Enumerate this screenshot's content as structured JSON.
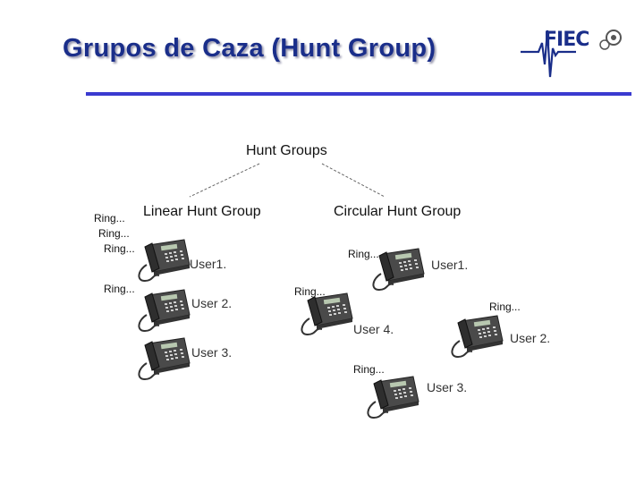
{
  "slide": {
    "title": "Grupos de Caza (Hunt Group)",
    "logo_text": "FIEC"
  },
  "diagram": {
    "root": "Hunt Groups",
    "linear": {
      "label": "Linear Hunt Group",
      "ring_stack": [
        "Ring...",
        "Ring...",
        "Ring..."
      ],
      "ring_user2": "Ring...",
      "users": [
        "User1.",
        "User 2.",
        "User 3."
      ]
    },
    "circular": {
      "label": "Circular Hunt Group",
      "rings": [
        "Ring...",
        "Ring...",
        "Ring...",
        "Ring..."
      ],
      "users": [
        "User1.",
        "User 4.",
        "User 2.",
        "User 3."
      ]
    }
  },
  "colors": {
    "title": "#1a2e8a",
    "rule": "#3a3ad0",
    "phone_body": "#4a4a4a"
  }
}
